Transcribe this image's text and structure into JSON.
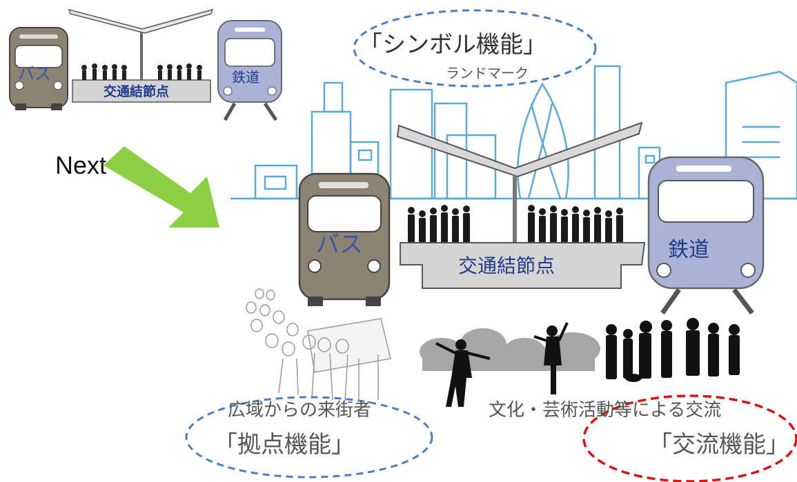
{
  "small_scene": {
    "bus_label": "バス",
    "train_label": "鉄道",
    "platform_label": "交通結節点"
  },
  "next_label": "Next",
  "large_scene": {
    "bus_label": "バス",
    "train_label": "鉄道",
    "platform_label": "交通結節点"
  },
  "symbol": {
    "title": "「シンボル機能」",
    "subtitle": "ランドマーク"
  },
  "hub": {
    "caption": "広域からの来街者",
    "title": "「拠点機能」"
  },
  "exchange": {
    "caption": "文化・芸術活動等による交流",
    "title": "「交流機能」"
  },
  "colors": {
    "skyline": "#5aa9d8",
    "bus": "#8c8370",
    "train": "#aab3d6",
    "arrow": "#8ccf43",
    "ellipse_blue": "#4a7cc7",
    "ellipse_red": "#dd1111",
    "label_blue": "#1f3b8a"
  }
}
